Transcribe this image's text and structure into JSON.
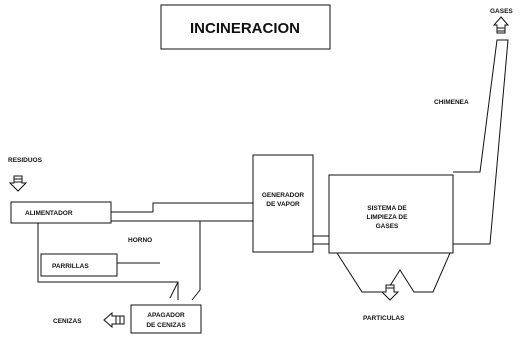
{
  "title": "INCINERACION",
  "labels": {
    "gases": "GASES",
    "chimenea": "CHIMENEA",
    "residuos": "RESIDUOS",
    "alimentador": "ALIMENTADOR",
    "horno": "HORNO",
    "parrillas": "PARRILLAS",
    "generador_line1": "GENERADOR",
    "generador_line2": "DE VAPOR",
    "sistema_line1": "SISTEMA DE",
    "sistema_line2": "LIMPIEZA DE",
    "sistema_line3": "GASES",
    "particulas": "PARTICULAS",
    "cenizas": "CENIZAS",
    "apagador_line1": "APAGADOR",
    "apagador_line2": "DE CENIZAS"
  }
}
